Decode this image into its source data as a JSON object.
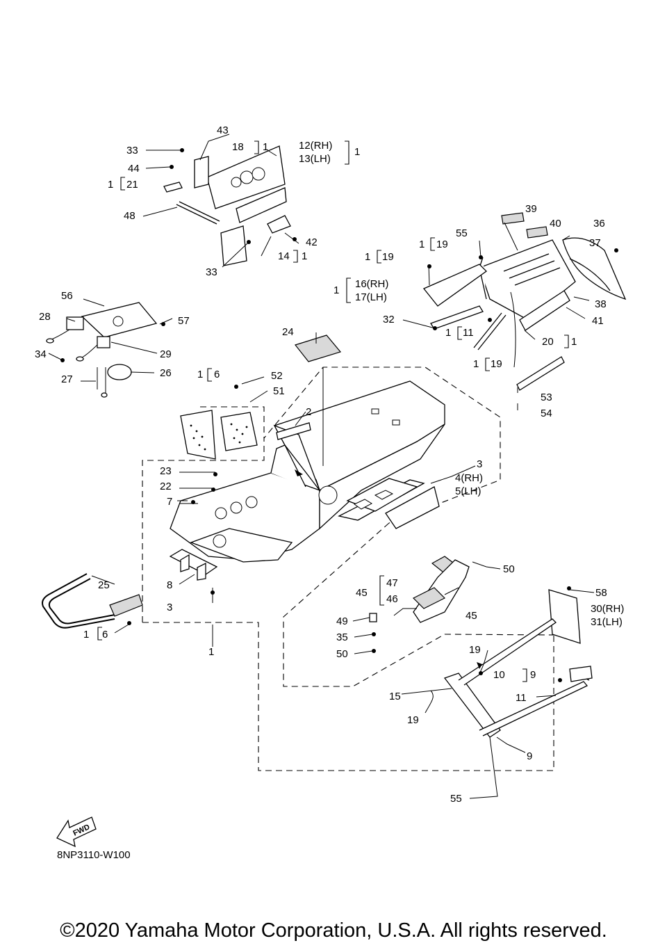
{
  "callouts": [
    "43",
    "33",
    "18",
    "12(RH)",
    "13(LH)",
    "44",
    "21",
    "48",
    "42",
    "14",
    "33",
    "39",
    "40",
    "36",
    "55",
    "19",
    "37",
    "19",
    "16(RH)",
    "17(LH)",
    "38",
    "32",
    "11",
    "41",
    "20",
    "19",
    "53",
    "54",
    "56",
    "28",
    "57",
    "34",
    "29",
    "27",
    "26",
    "24",
    "6",
    "52",
    "51",
    "2",
    "3",
    "4(RH)",
    "5(LH)",
    "23",
    "22",
    "7",
    "8",
    "3",
    "25",
    "6",
    "1",
    "50",
    "47",
    "45",
    "46",
    "45",
    "58",
    "30(RH)",
    "31(LH)",
    "49",
    "35",
    "50",
    "19",
    "10",
    "9",
    "15",
    "11",
    "19",
    "9",
    "55"
  ],
  "qty_prefix": "1",
  "qty_suffix": "1",
  "fwd_label": "FWD",
  "figure_code": "8NP3110-W100",
  "copyright": "©2020 Yamaha Motor Corporation, U.S.A. All rights reserved."
}
